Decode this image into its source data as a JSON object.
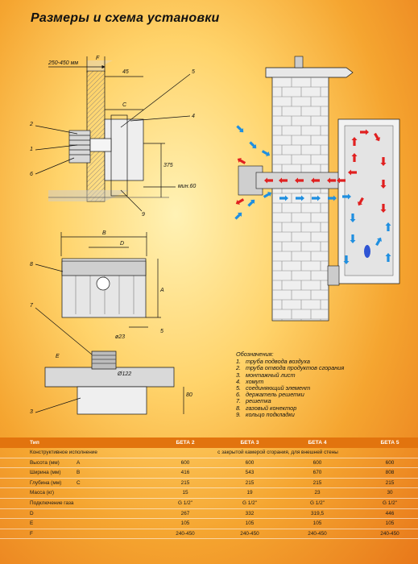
{
  "title": "Размеры и схема установки",
  "diagram": {
    "top_left": {
      "dim_wall": "250-450 мм",
      "dim_F": "F",
      "dim_45": "45",
      "dim_C": "C",
      "dim_375": "375",
      "dim_min": "мин.60",
      "callouts": [
        "2",
        "1",
        "6",
        "5",
        "4",
        "9"
      ]
    },
    "front": {
      "dim_B": "B",
      "dim_D": "D",
      "dim_A": "A",
      "dim_5": "5",
      "dim_d": "ø23",
      "callout": "8"
    },
    "bottom": {
      "dim_E": "E",
      "dim_diam": "Ø122",
      "dim_80": "80",
      "callouts": [
        "7",
        "3"
      ]
    }
  },
  "legend": {
    "title": "Обозначения:",
    "items": [
      {
        "n": "1.",
        "text": "труба подвода воздуха"
      },
      {
        "n": "2.",
        "text": "труба отвода продуктов сгорания"
      },
      {
        "n": "3.",
        "text": "монтажный лист"
      },
      {
        "n": "4.",
        "text": "хомут"
      },
      {
        "n": "5.",
        "text": "соединяющий элемент"
      },
      {
        "n": "6.",
        "text": "держатель решетки"
      },
      {
        "n": "7.",
        "text": "решетка"
      },
      {
        "n": "8.",
        "text": "газовый конектор"
      },
      {
        "n": "9.",
        "text": "кольцо подкладки"
      }
    ]
  },
  "spec_table": {
    "header": {
      "type": "Тип",
      "m1": "БЕТА 2",
      "m2": "БЕТА 3",
      "m3": "БЕТА 4",
      "m4": "БЕТА 5"
    },
    "construction": {
      "label": "Конструктивное исполнение",
      "value": "с закрытой камерой сгорания, для внешней стены"
    },
    "rows": [
      {
        "label": "Высота (мм)",
        "sub": "A",
        "v": [
          "600",
          "600",
          "600",
          "600"
        ]
      },
      {
        "label": "Ширина (мм)",
        "sub": "B",
        "v": [
          "416",
          "543",
          "670",
          "808"
        ]
      },
      {
        "label": "Глубина (мм)",
        "sub": "C",
        "v": [
          "215",
          "215",
          "215",
          "215"
        ]
      },
      {
        "label": "Масса (кг)",
        "sub": "",
        "v": [
          "15",
          "19",
          "23",
          "30"
        ]
      },
      {
        "label": "Подключение газа",
        "sub": "",
        "v": [
          "G 1/2\"",
          "G 1/2\"",
          "G 1/2\"",
          "G 1/2\""
        ]
      },
      {
        "label": "D",
        "sub": "",
        "v": [
          "267",
          "332",
          "319,5",
          "446"
        ]
      },
      {
        "label": "E",
        "sub": "",
        "v": [
          "105",
          "105",
          "105",
          "105"
        ]
      },
      {
        "label": "F",
        "sub": "",
        "v": [
          "240-450",
          "240-450",
          "240-450",
          "240-450"
        ]
      }
    ]
  }
}
